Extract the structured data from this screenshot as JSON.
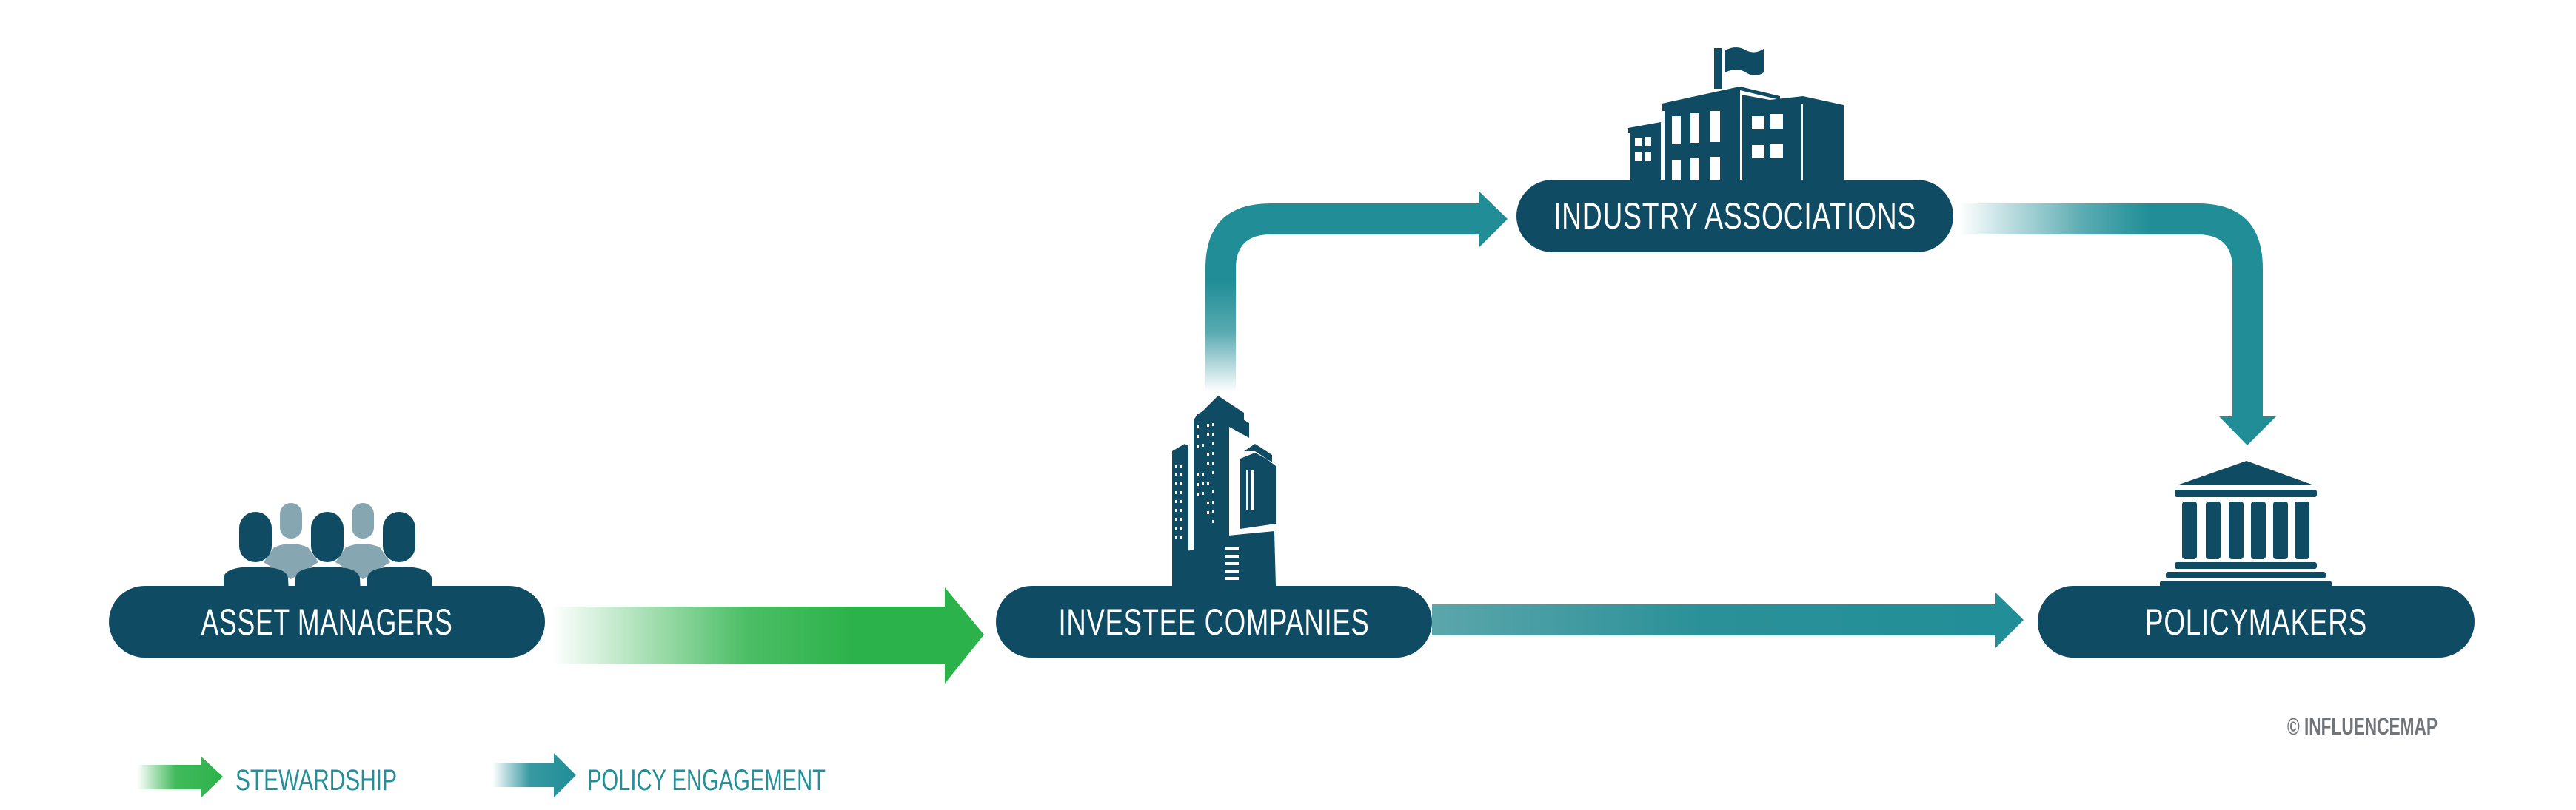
{
  "colors": {
    "node": "#0f4c63",
    "node_secondary": "#86a7b1",
    "stewardship": "#2cb24a",
    "policy_engagement": "#238f98",
    "copyright": "#717478",
    "background": "#ffffff"
  },
  "nodes": {
    "asset_managers": {
      "label": "ASSET MANAGERS",
      "icon": "people-group-icon"
    },
    "investee_companies": {
      "label": "INVESTEE COMPANIES",
      "icon": "skyscraper-icon"
    },
    "industry_associations": {
      "label": "INDUSTRY ASSOCIATIONS",
      "icon": "office-building-flag-icon"
    },
    "policymakers": {
      "label": "POLICYMAKERS",
      "icon": "government-building-icon"
    }
  },
  "edges": [
    {
      "from": "ASSET MANAGERS",
      "to": "INVESTEE COMPANIES",
      "type": "Stewardship"
    },
    {
      "from": "INVESTEE COMPANIES",
      "to": "POLICYMAKERS",
      "type": "Policy Engagement"
    },
    {
      "from": "INVESTEE COMPANIES",
      "to": "INDUSTRY ASSOCIATIONS",
      "type": "Policy Engagement"
    },
    {
      "from": "INDUSTRY ASSOCIATIONS",
      "to": "POLICYMAKERS",
      "type": "Policy Engagement"
    }
  ],
  "legend": {
    "items": [
      {
        "label": "STEWARDSHIP",
        "icon": "green-arrow-icon"
      },
      {
        "label": "POLICY ENGAGEMENT",
        "icon": "teal-arrow-icon"
      }
    ]
  },
  "copyright": "© INFLUENCEMAP"
}
